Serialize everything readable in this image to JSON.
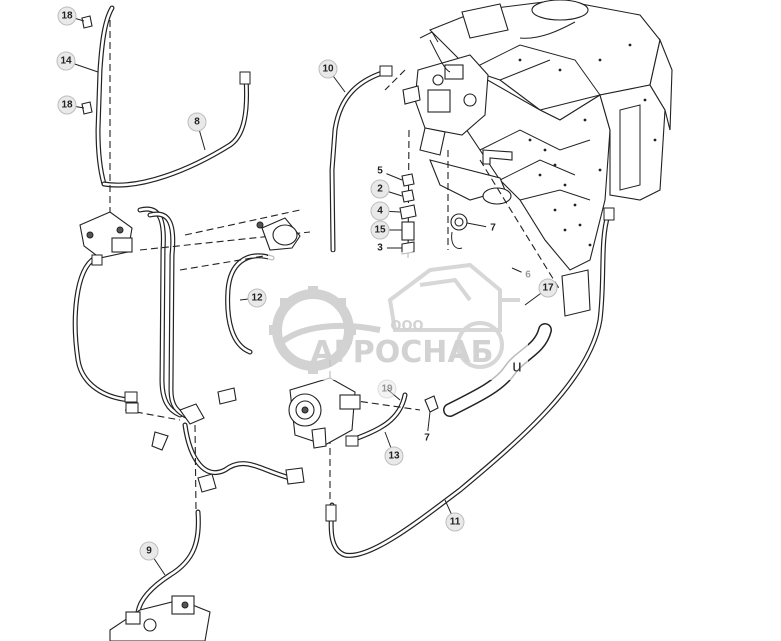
{
  "diagram": {
    "callouts": [
      {
        "id": "18a",
        "label": "18"
      },
      {
        "id": "14",
        "label": "14"
      },
      {
        "id": "18b",
        "label": "18"
      },
      {
        "id": "8",
        "label": "8"
      },
      {
        "id": "10",
        "label": "10"
      },
      {
        "id": "5",
        "label": "5"
      },
      {
        "id": "2",
        "label": "2"
      },
      {
        "id": "4",
        "label": "4"
      },
      {
        "id": "15",
        "label": "15"
      },
      {
        "id": "3",
        "label": "3"
      },
      {
        "id": "7a",
        "label": "7"
      },
      {
        "id": "6",
        "label": "6"
      },
      {
        "id": "17",
        "label": "17"
      },
      {
        "id": "12",
        "label": "12"
      },
      {
        "id": "19",
        "label": "19"
      },
      {
        "id": "7b",
        "label": "7"
      },
      {
        "id": "13",
        "label": "13"
      },
      {
        "id": "11",
        "label": "11"
      },
      {
        "id": "9",
        "label": "9"
      }
    ],
    "stray_letter": "u"
  },
  "watermark": {
    "company_form": "ООО",
    "company_name": "АГРОСНАБ"
  }
}
